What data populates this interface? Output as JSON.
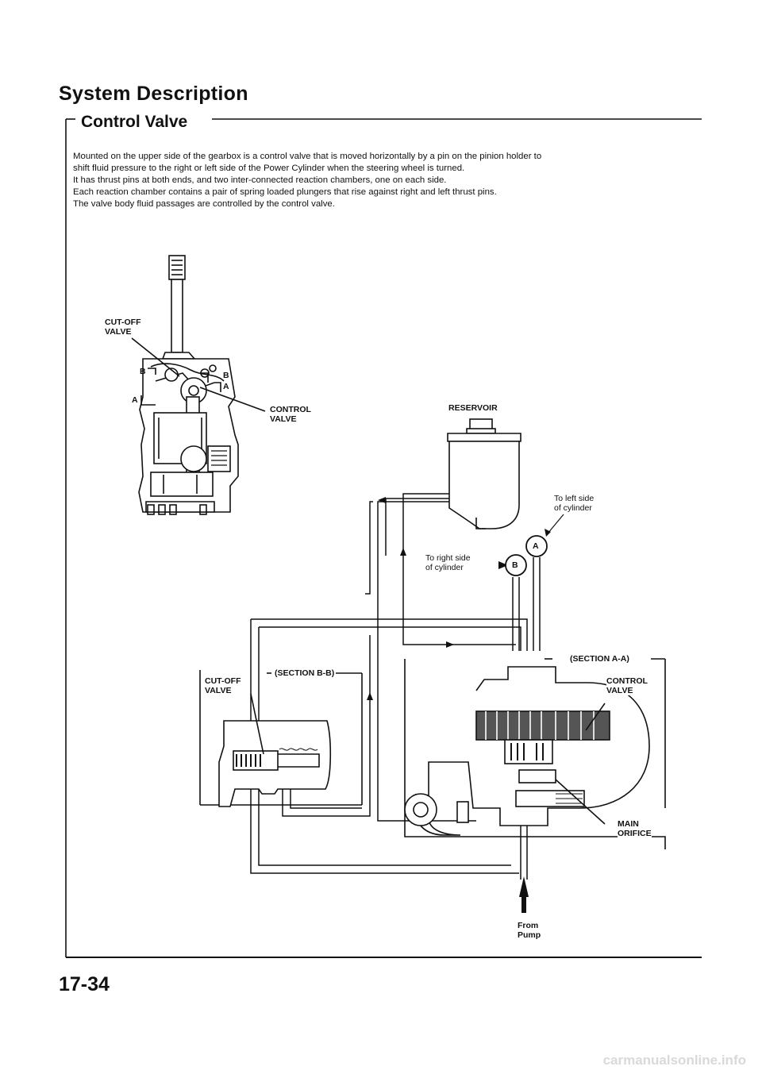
{
  "header": {
    "title": "System Description",
    "subtitle": "Control Valve"
  },
  "intro": [
    "Mounted on the upper side of the gearbox is a control valve that is moved horizontally by a pin on the pinion holder to",
    "shift fluid pressure to the right or left side of the Power Cylinder when the steering wheel is turned.",
    "It has thrust pins at both ends, and two inter-connected reaction chambers, one on each side.",
    "Each reaction chamber contains a pair of spring loaded plungers that rise against right and left thrust pins.",
    "The valve body fluid passages are controlled by the control valve."
  ],
  "labels": {
    "cutoff_valve_top": "CUT-OFF\nVALVE",
    "control_valve_top": "CONTROL\nVALVE",
    "reservoir": "RESERVOIR",
    "to_left": "To left side\nof cylinder",
    "to_right": "To right side\nof cylinder",
    "marker_a": "A",
    "marker_b": "B",
    "mark_a_small": "A",
    "mark_b_small": "B",
    "section_bb": "(SECTION B-B)",
    "section_aa": "(SECTION A-A)",
    "cutoff_valve_box": "CUT-OFF\nVALVE",
    "control_valve_box": "CONTROL\nVALVE",
    "main_orifice": "MAIN\nORIFICE",
    "from_pump": "From\nPump"
  },
  "footer": {
    "page_number": "17-34",
    "watermark": "carmanualsonline.info"
  }
}
